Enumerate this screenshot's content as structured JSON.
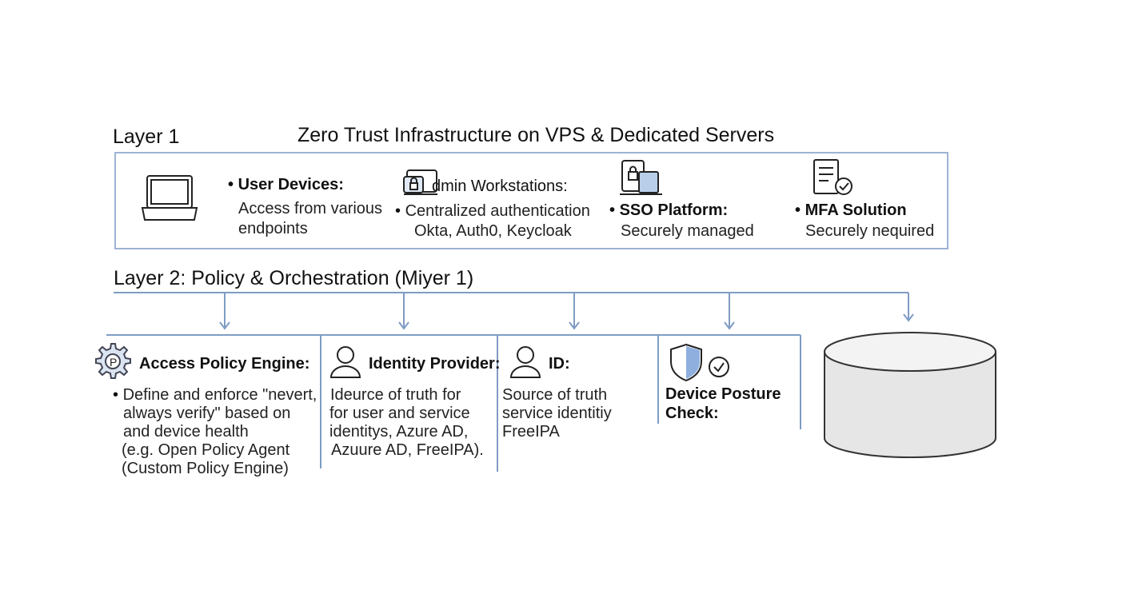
{
  "title": "Zero Trust Infrastructure on VPS & Dedicated Servers",
  "layer1": {
    "label": "Layer 1",
    "items": [
      {
        "heading": "User Devices:",
        "lines": [
          "Access from various",
          "endpoints"
        ],
        "icon": "laptop-icon"
      },
      {
        "heading": "dmin Workstations:",
        "lines": [
          "Centralized authentication",
          "Okta, Auth0, Keycloak"
        ],
        "icon": "locked-laptop-icon"
      },
      {
        "heading": "SSO Platform:",
        "lines": [
          "Securely managed"
        ],
        "icon": "lock-devices-icon"
      },
      {
        "heading": "MFA Solution",
        "lines": [
          "Securely nequired"
        ],
        "icon": "mfa-check-icon"
      }
    ]
  },
  "layer2": {
    "label": "Layer 2: Policy & Orchestration (Miyer 1)",
    "items": [
      {
        "heading": "Access Policy Engine:",
        "lines": [
          "Define and enforce \"nevert,",
          "always verify\" based on",
          "and device health",
          "(e.g. Open Policy Agent",
          "(Custom Policy Engine)"
        ],
        "icon": "policy-gear-icon"
      },
      {
        "heading": "Identity Provider:",
        "lines": [
          "Ideurce of truth for",
          "for user and service",
          "identitys, Azure AD,",
          "Azuure AD, FreeIPA)."
        ],
        "icon": "user-icon"
      },
      {
        "heading": "ID:",
        "lines": [
          "Source of truth",
          "service identitiy",
          "FreeIPA"
        ],
        "icon": "user-icon"
      },
      {
        "heading": "Device Posture",
        "heading2": "Check:",
        "icon": "shield-check-icon"
      },
      {
        "icon": "database-icon"
      }
    ]
  },
  "colors": {
    "line": "#7f9cc4",
    "box_border": "#9db3d2",
    "cylinder": "#e6e6e6",
    "shield": "#8fb0de"
  }
}
